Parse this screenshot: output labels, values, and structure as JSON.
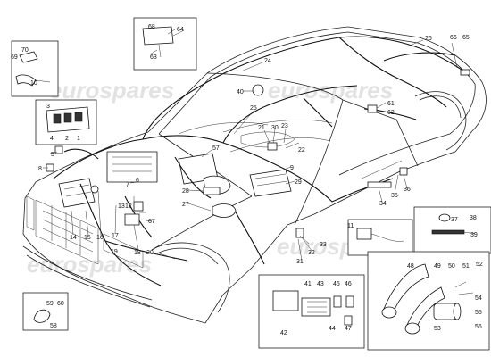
{
  "watermark": "eurospares",
  "callouts": [
    "1",
    "2",
    "3",
    "4",
    "5",
    "6",
    "7",
    "8",
    "9",
    "10",
    "11",
    "12",
    "13",
    "14",
    "15",
    "16",
    "17",
    "18",
    "19",
    "20",
    "21",
    "22",
    "23",
    "24",
    "25",
    "26",
    "27",
    "28",
    "29",
    "30",
    "31",
    "32",
    "33",
    "34",
    "35",
    "36",
    "37",
    "38",
    "39",
    "40",
    "41",
    "42",
    "43",
    "44",
    "45",
    "46",
    "47",
    "48",
    "49",
    "50",
    "51",
    "52",
    "53",
    "54",
    "55",
    "56",
    "57",
    "58",
    "59",
    "60",
    "61",
    "62",
    "63",
    "64",
    "65",
    "66",
    "67",
    "68",
    "69",
    "70"
  ]
}
